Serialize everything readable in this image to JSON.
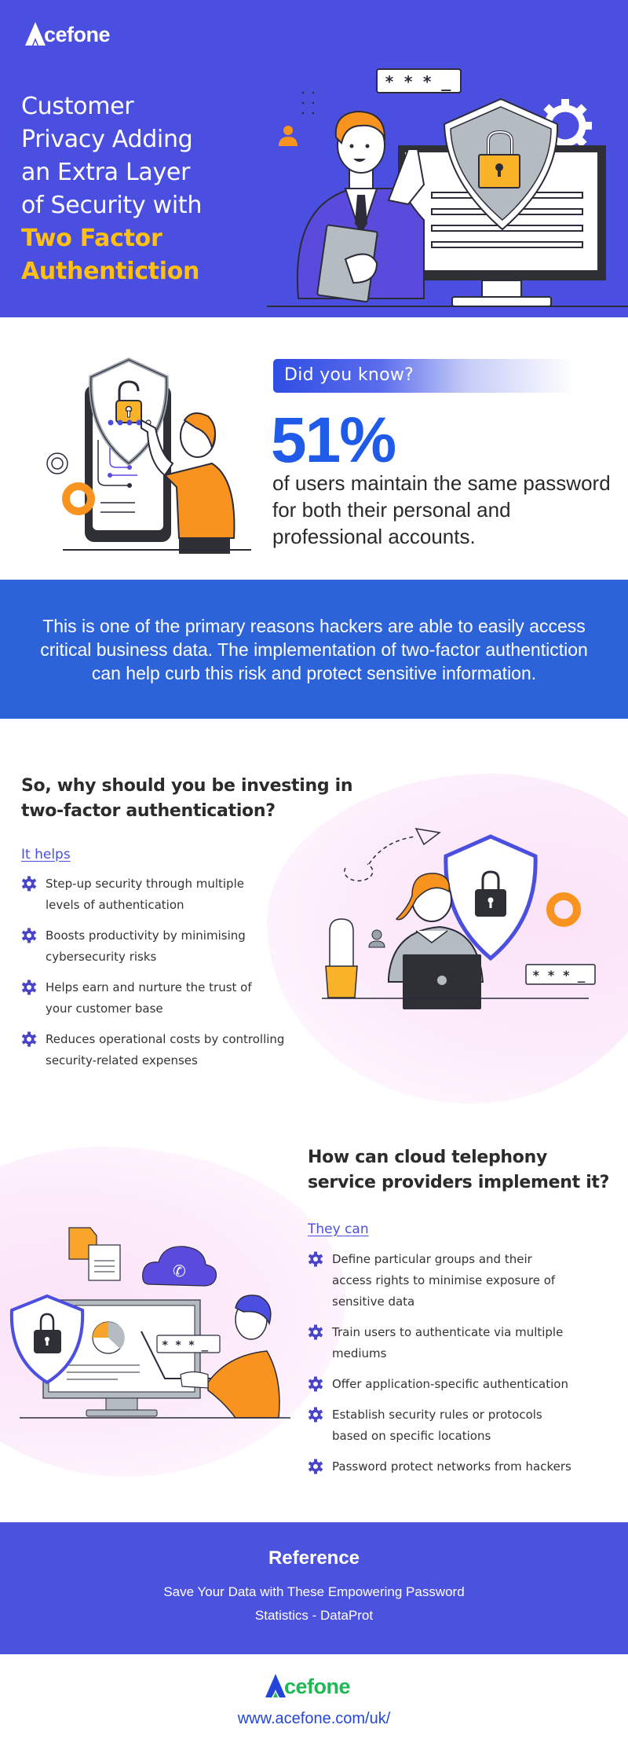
{
  "brand": {
    "name": "cefone",
    "logo_initial_icon": "triangle-a-logo",
    "colors": {
      "primary_blue": "#4b4fdf",
      "band_blue": "#2d63d8",
      "stat_blue": "#1f5ae8",
      "accent_yellow": "#ffc012",
      "accent_orange": "#f7931e",
      "logo_green": "#1db954"
    }
  },
  "hero": {
    "title_lines": [
      "Customer",
      "Privacy Adding",
      "an Extra Layer",
      "of Security with"
    ],
    "highlight_lines": [
      "Two Factor",
      "Authentiction"
    ],
    "illustration": {
      "password_field": "* * * _",
      "icons": [
        "man-with-tablet-illustration",
        "shield-lock-icon",
        "gear-icon",
        "monitor-icon",
        "user-icon",
        "password-field-icon"
      ]
    }
  },
  "did_you_know": {
    "label": "Did you know?",
    "stat": "51%",
    "description": "of users maintain the same password for both their personal and professional accounts.",
    "illustration": {
      "icons": [
        "phone-icon",
        "shield-unlock-icon",
        "gear-icon",
        "man-pointing-illustration"
      ]
    }
  },
  "band": {
    "text": "This is one of the primary reasons hackers are able to easily access critical business data. The implementation of two-factor authentiction can help curb this risk and protect sensitive information."
  },
  "investing": {
    "heading_line1": "So, why should you be investing in",
    "heading_line2": "two-factor authentication?",
    "subheading": "It helps",
    "bullets": [
      {
        "line1": "Step-up security through multiple",
        "line2": "levels of authentication"
      },
      {
        "line1": "Boosts productivity by minimising",
        "line2": "cybersecurity risks"
      },
      {
        "line1": "Helps earn and nurture the trust of",
        "line2": "your customer base"
      },
      {
        "line1": "Reduces operational costs by controlling",
        "line2": "security-related expenses"
      }
    ],
    "illustration": {
      "password_field": "* * * _",
      "icons": [
        "woman-at-laptop-illustration",
        "shield-lock-icon",
        "gear-icon",
        "cactus-icon",
        "paper-plane-icon",
        "user-icon"
      ]
    }
  },
  "implement": {
    "heading_line1": "How can cloud telephony",
    "heading_line2": "service providers implement it?",
    "subheading": "They can",
    "bullets": [
      {
        "lines": [
          "Define particular groups and their",
          "access rights to minimise exposure of",
          "sensitive data"
        ]
      },
      {
        "lines": [
          "Train users to authenticate via multiple",
          "mediums"
        ]
      },
      {
        "lines": [
          "Offer application-specific authentication"
        ]
      },
      {
        "lines": [
          "Establish security rules or protocols",
          "based on specific locations"
        ]
      },
      {
        "lines": [
          "Password protect networks from hackers"
        ]
      }
    ],
    "illustration": {
      "password_field": "* * * _",
      "icons": [
        "man-at-laptop-illustration",
        "shield-lock-icon",
        "cloud-phone-icon",
        "document-icon",
        "monitor-pie-chart-icon"
      ]
    }
  },
  "reference": {
    "title": "Reference",
    "line1": "Save Your Data with These Empowering Password",
    "line2": "Statistics - DataProt"
  },
  "footer": {
    "url": "www.acefone.com/uk/"
  }
}
